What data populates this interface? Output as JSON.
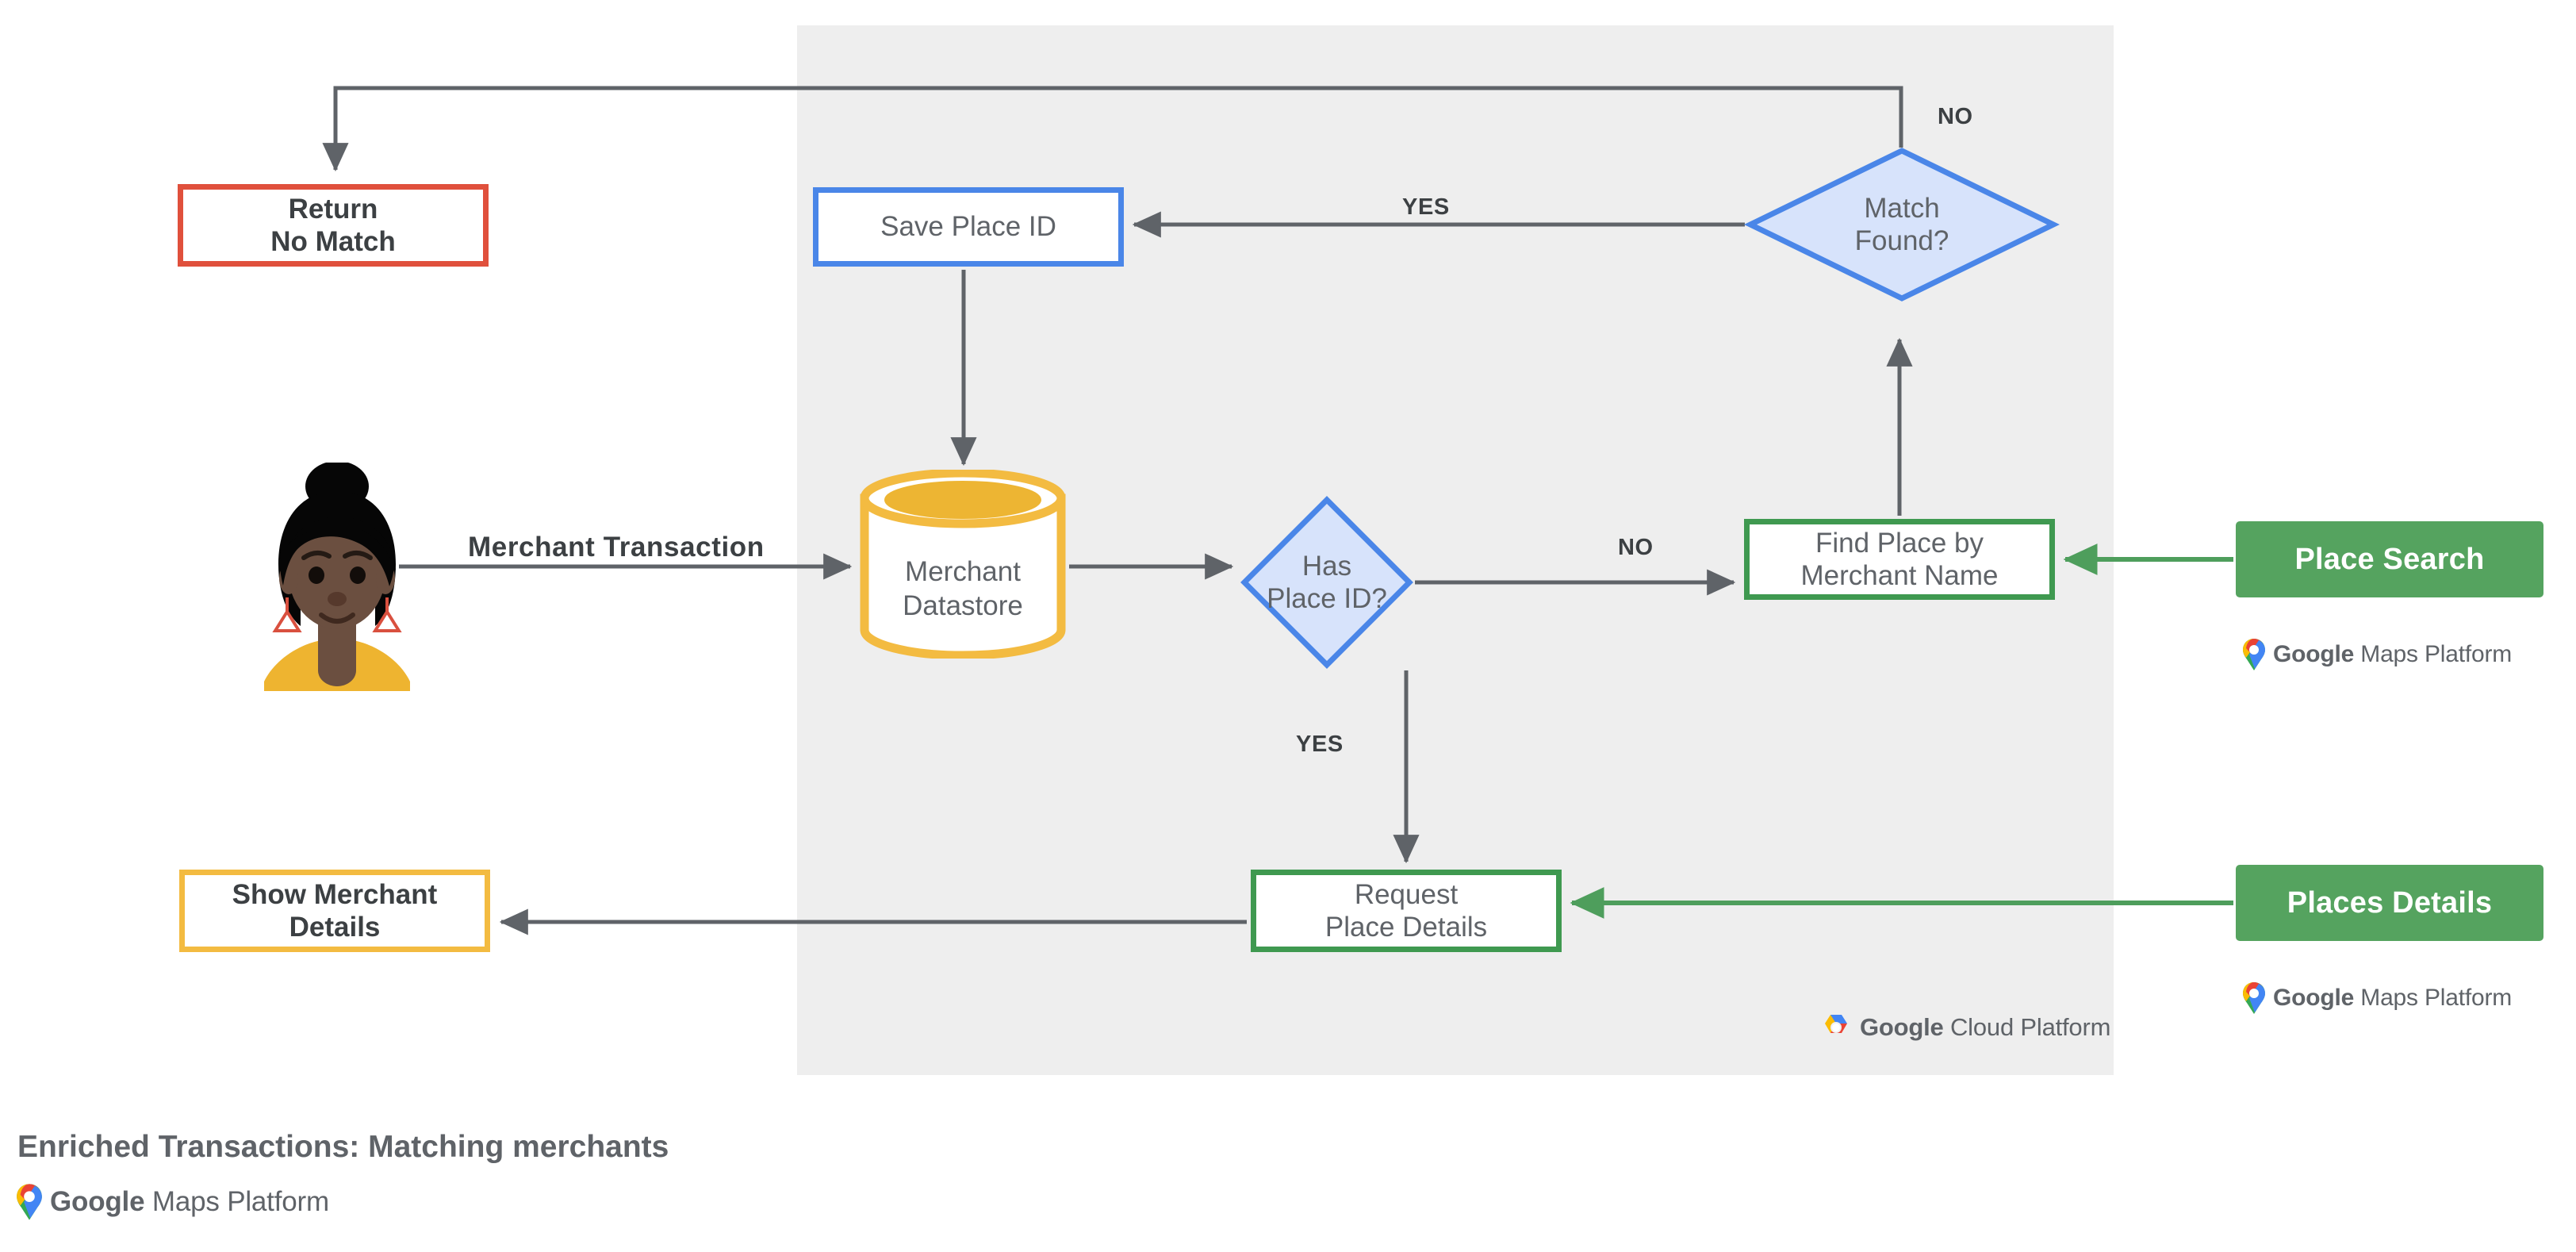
{
  "diagram": {
    "caption": "Enriched Transactions: Matching merchants",
    "platform_panel_label": "Google Cloud Platform",
    "colors": {
      "panel_bg": "#eeeeee",
      "red": "#e0503c",
      "blue": "#4a86e8",
      "green": "#3f9950",
      "chip_green": "#55a35f",
      "yellow": "#f3bb41",
      "text": "#5f6368",
      "arrow": "#5f6368",
      "green_arrow": "#4e9e5c"
    }
  },
  "nodes": {
    "return_no_match": {
      "label": "Return\nNo Match",
      "shape": "rect",
      "accent": "#e0503c"
    },
    "save_place_id": {
      "label": "Save Place ID",
      "shape": "rect",
      "accent": "#4a86e8"
    },
    "match_found": {
      "label": "Match\nFound?",
      "shape": "diamond",
      "accent": "#4a86e8"
    },
    "merchant_datastore": {
      "label": "Merchant\nDatastore",
      "shape": "cylinder",
      "accent": "#f3bb41"
    },
    "has_place_id": {
      "label": "Has\nPlace ID?",
      "shape": "diamond",
      "accent": "#4a86e8"
    },
    "find_place": {
      "label": "Find Place by\nMerchant Name",
      "shape": "rect",
      "accent": "#3f9950"
    },
    "request_place_details": {
      "label": "Request\nPlace Details",
      "shape": "rect",
      "accent": "#3f9950"
    },
    "show_merchant_details": {
      "label": "Show Merchant\nDetails",
      "shape": "rect",
      "accent": "#f3bb41"
    },
    "customer_avatar": {
      "label": "customer-avatar",
      "shape": "illustration"
    }
  },
  "api_chips": [
    {
      "label": "Place Search",
      "logo": "Google Maps Platform"
    },
    {
      "label": "Places Details",
      "logo": "Google Maps Platform"
    }
  ],
  "edge_labels": {
    "match_found_no": "NO",
    "match_found_yes": "YES",
    "has_place_id_no": "NO",
    "has_place_id_yes": "YES",
    "merchant_transaction": "Merchant Transaction"
  },
  "logos": {
    "maps_platform_brand": "Google",
    "maps_platform_product": " Maps Platform",
    "cloud_platform_brand": "Google",
    "cloud_platform_product": " Cloud Platform"
  }
}
